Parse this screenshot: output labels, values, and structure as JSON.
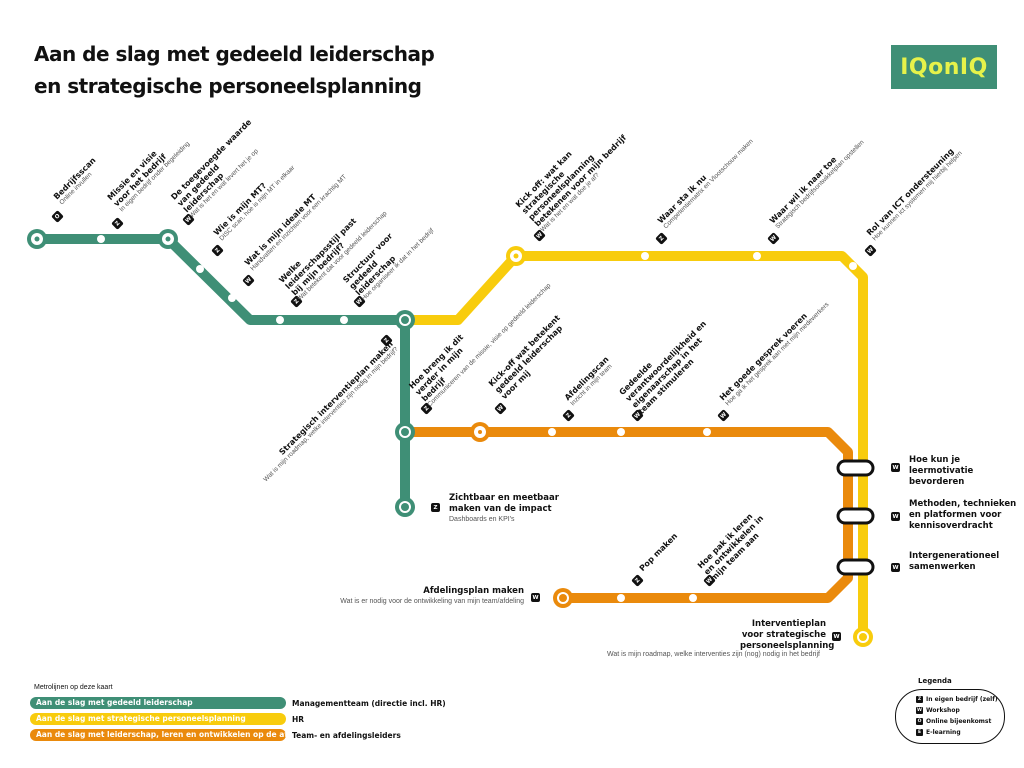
{
  "header": {
    "title_line1": "Aan de slag met gedeeld leiderschap",
    "title_line2": "en strategische personeelsplanning",
    "logo": "IQonIQ"
  },
  "colors": {
    "green": "#3f8f76",
    "yellow": "#f8cc0d",
    "orange": "#ea8a0c",
    "badge": "#111111"
  },
  "badge_types": {
    "z": "In eigen bedrijf (zelf)",
    "w": "Workshop",
    "o": "Online bijeenkomst",
    "e": "E-learning"
  },
  "lines": {
    "green": {
      "name": "Aan de slag met gedeeld leiderschap",
      "audience": "Managementteam (directie incl. HR)",
      "stations": [
        {
          "title": "Bedrijfsscan",
          "sub": "Online invullen",
          "badge": "O"
        },
        {
          "title": "Missie en visie voor het bedrijf",
          "sub": "In eigen bedrijf onder begeleiding",
          "badge": "Z"
        },
        {
          "title": "De toegevoegde waarde van gedeeld leiderschap",
          "sub": "Wat is het en wat levert het je op",
          "badge": "W"
        },
        {
          "title": "Wie is mijn MT?",
          "sub": "DISC scan, hoe is mijn MT in elkaar",
          "badge": "Z"
        },
        {
          "title": "Wat is mijn ideale MT",
          "sub": "Handvatten en inzichten voor een krachtig MT",
          "badge": "W"
        },
        {
          "title": "Welke leiderschapsstijl past bij mijn bedrijf?",
          "sub": "Wat betekent dat voor gedeeld leiderschap",
          "badge": "Z"
        },
        {
          "title": "Structuur voor gedeeld leiderschap",
          "sub": "Hoe organiseer ik dat in het bedrijf",
          "badge": "W"
        },
        {
          "title": "Strategisch interventieplan maken",
          "sub": "Wat is mijn roadmap, welke interventies zijn nodig in mijn bedrijf?",
          "badge": "Z"
        },
        {
          "title": "Hoe breng ik dit verder in mijn bedrijf",
          "sub": "Communiceren van de missie, visie op gedeeld leiderschap",
          "badge": "Z"
        },
        {
          "title": "Zichtbaar en meetbaar maken van de impact",
          "sub": "Dashboards en KPI's",
          "badge": "Z"
        }
      ]
    },
    "yellow": {
      "name": "Aan de slag met strategische personeelsplanning",
      "audience": "HR",
      "stations": [
        {
          "title": "Kick off: wat kan strategische personeelsplanning betekenen voor mijn bedrijf",
          "sub": "Wat is het en wat doe je af?",
          "badge": "W"
        },
        {
          "title": "Waar sta ik nu",
          "sub": "Competentiematrix en Vlootschouw maken",
          "badge": "Z"
        },
        {
          "title": "Waar wil ik naar toe",
          "sub": "Strategisch bedrijfsontwikkelplan opstellen",
          "badge": "W"
        },
        {
          "title": "Rol van ICT ondersteuning",
          "sub": "Hoe kunnen ict systemen mij hierbij helpen",
          "badge": "W"
        },
        {
          "title": "Interventieplan voor strategische personeelsplanning",
          "sub": "Wat is mijn roadmap, welke interventies zijn (nog) nodig in het bedrijf",
          "badge": "W"
        }
      ]
    },
    "orange": {
      "name": "Aan de slag met leiderschap, leren en ontwikkelen op de afdeling",
      "audience": "Team- en afdelingsleiders",
      "stations": [
        {
          "title": "Kick-off wat betekent gedeeld leiderschap voor mij",
          "sub": "",
          "badge": "W"
        },
        {
          "title": "Afdelingscan",
          "sub": "Inzicht in mijn team",
          "badge": "Z"
        },
        {
          "title": "Gedeelde verantwoordelijkheid en eigenaarschap in het team stimuleren",
          "sub": "",
          "badge": "W"
        },
        {
          "title": "Het goede gesprek voeren",
          "sub": "Hoe ga ik het gesprek aan met mijn medewerkers",
          "badge": "W"
        },
        {
          "title": "Afdelingsplan maken",
          "sub": "Wat is er nodig voor de ontwikkeling van mijn team/afdeling",
          "badge": "W"
        },
        {
          "title": "Pop maken",
          "sub": "",
          "badge": "Z"
        },
        {
          "title": "Hoe pak ik leren en ontwikkelen in mijn team aan",
          "sub": "",
          "badge": "W"
        }
      ]
    },
    "shared": [
      {
        "title": "Hoe kun je leermotivatie bevorderen",
        "badge": "W"
      },
      {
        "title": "Methoden, technieken en platformen voor kennisoverdracht",
        "badge": "W"
      },
      {
        "title": "Intergenerationeel samenwerken",
        "badge": "W"
      }
    ]
  },
  "legend": {
    "lines_caption": "Metrolijnen op deze kaart",
    "title": "Legenda",
    "items": [
      {
        "icon": "Z",
        "label": "In eigen bedrijf (zelf)"
      },
      {
        "icon": "W",
        "label": "Workshop"
      },
      {
        "icon": "O",
        "label": "Online bijeenkomst"
      },
      {
        "icon": "E",
        "label": "E-learning"
      }
    ]
  }
}
